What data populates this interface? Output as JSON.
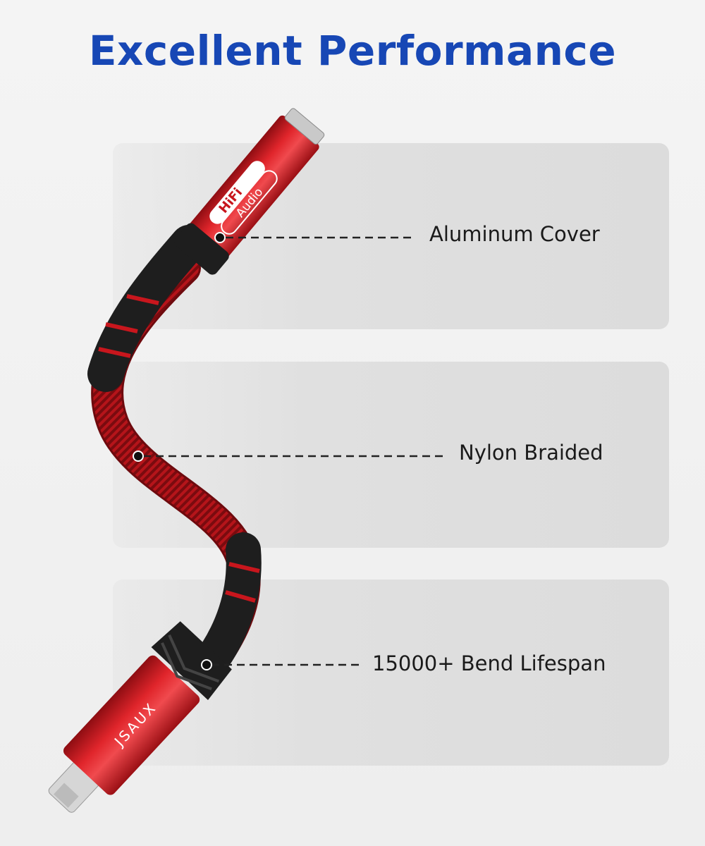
{
  "title": "Excellent Performance",
  "callouts": [
    {
      "label": "Aluminum Cover"
    },
    {
      "label": "Nylon Braided"
    },
    {
      "label": "15000+ Bend Lifespan"
    }
  ],
  "product": {
    "top_badge_line1": "HiFi",
    "top_badge_line2": "Audio",
    "brand_logo": "JSAUX"
  },
  "colors": {
    "title": "#1747b5",
    "cable_red": "#c8161d",
    "rubber": "#1e1e1e"
  }
}
